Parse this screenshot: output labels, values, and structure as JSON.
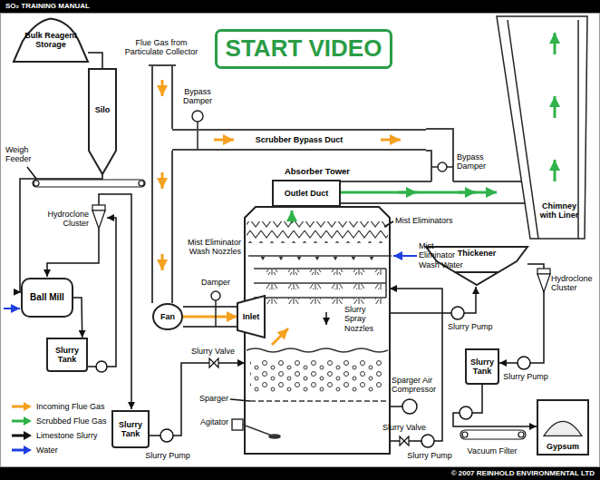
{
  "diagram": {
    "title": "SO₂ TRAINING MANUAL",
    "caption": "© 2007 REINHOLD ENVIRONMENTAL LTD",
    "nodes": [
      {
        "text": [
          "Bulk Reagent Storage"
        ]
      },
      {
        "text": [
          "START VIDEO"
        ]
      },
      {
        "text": [
          "Chimney with Liner"
        ]
      },
      {
        "text": [
          "Silo"
        ]
      },
      {
        "text": [
          "Scrubber Bypass Duct"
        ]
      },
      {
        "text": [
          "Absorber Tower"
        ]
      },
      {
        "text": [
          "Outlet Duct"
        ]
      },
      {
        "text": [
          "Thickener"
        ]
      },
      {
        "text": [
          "Fan"
        ]
      },
      {
        "text": [
          "Inlet"
        ]
      },
      {
        "text": [
          "Ball Mill"
        ]
      },
      {
        "text": [
          "Slurry Tank"
        ]
      },
      {
        "text": [
          "Slurry Tank"
        ]
      },
      {
        "text": [
          "Slurry Tank"
        ]
      },
      {
        "text": [
          "Gypsum"
        ]
      }
    ],
    "edges": [
      {
        "from": 0,
        "to": 3,
        "arrow": "none"
      },
      {
        "from": 3,
        "to": 10,
        "arrow": "to"
      },
      {
        "from": 10,
        "to": 11,
        "arrow": "to"
      },
      {
        "from": 13,
        "to": 5,
        "arrow": "to"
      },
      {
        "from": 5,
        "to": 7,
        "arrow": "to"
      },
      {
        "from": 6,
        "to": 2,
        "arrow": "to"
      },
      {
        "from": 8,
        "to": 9,
        "arrow": "to"
      },
      {
        "from": 7,
        "to": 12,
        "arrow": "to"
      },
      {
        "from": 12,
        "to": 14,
        "arrow": "to"
      }
    ],
    "labels": [
      "Flue Gas from Particulate Collector",
      "Bypass Damper",
      "Weigh Feeder",
      "Bypass Damper",
      "Hydroclone Cluster",
      "Mist Eliminators",
      "Mist Eliminator Wash Nozzles",
      "Mist Eliminator Wash Water",
      "Damper",
      "Slurry Spray Nozzles",
      "Slurry Pump",
      "Hydroclone Cluster",
      "Slurry Pump",
      "Slurry Valve",
      "Sparger Air Compressor",
      "Sparger",
      "Agitator",
      "Slurry Valve",
      "Slurry Pump",
      "Slurry Pump",
      "Vacuum Filter"
    ],
    "legend": [
      {
        "text": "Incoming Flue Gas",
        "color": "#f4a21f"
      },
      {
        "text": "Scrubbed Flue Gas",
        "color": "#2fb34a"
      },
      {
        "text": "Limestone Slurry",
        "color": "#111111"
      },
      {
        "text": "Water",
        "color": "#1d3fe0"
      }
    ]
  }
}
